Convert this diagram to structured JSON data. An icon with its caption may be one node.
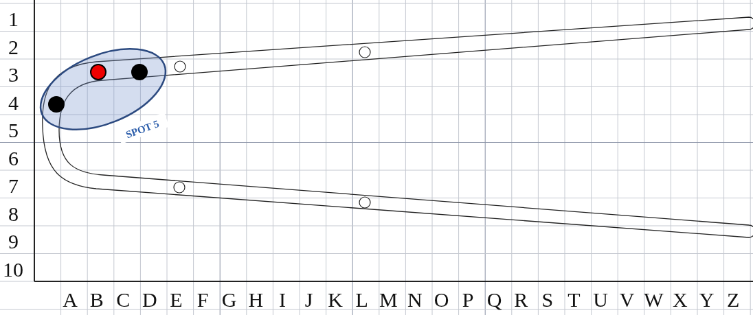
{
  "diagram": {
    "labels": [
      "1",
      "2",
      "3",
      "4",
      "5",
      "6",
      "7",
      "8",
      "9",
      "10",
      "A",
      "B",
      "C",
      "D",
      "E",
      "F",
      "G",
      "H",
      "I",
      "J",
      "K",
      "L",
      "M",
      "N",
      "O",
      "P",
      "Q",
      "R",
      "S",
      "T",
      "U",
      "V",
      "W",
      "X",
      "Y",
      "Z",
      "SPOT 5"
    ]
  }
}
